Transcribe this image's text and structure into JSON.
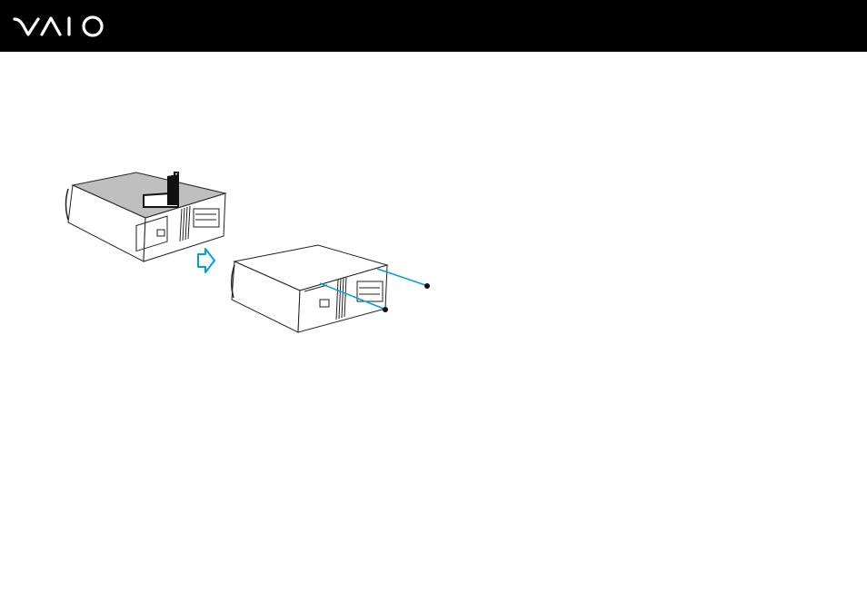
{
  "header": {
    "logo": {
      "icon": "vaio-logo",
      "wordmark": "VAIO",
      "background_color": "#000000",
      "foreground_color": "#ffffff"
    }
  },
  "illustration": {
    "icons": [
      "desktop-tower-cover-closing",
      "step-arrow-icon",
      "desktop-tower-screws-fastening"
    ],
    "accent_color": "#00a0d8"
  }
}
